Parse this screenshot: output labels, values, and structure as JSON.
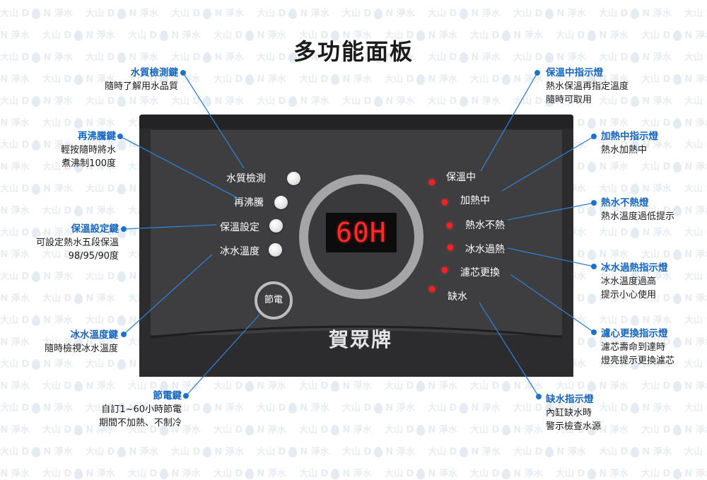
{
  "title": "多功能面板",
  "watermark_text": "大山 D",
  "watermark_text_2": "N 淨水",
  "panel": {
    "buttons": [
      "水質檢測",
      "再沸騰",
      "保溫設定",
      "冰水溫度"
    ],
    "display_value": "60H",
    "indicators": [
      "保溫中",
      "加熱中",
      "熱水不熱",
      "冰水過熱",
      "濾芯更換",
      "缺水"
    ],
    "save_button": "節電",
    "brand": "賀眾牌"
  },
  "colors": {
    "accent": "#1565c0",
    "panel": "#2c2c2e",
    "led": "#ff2020",
    "display_text": "#ff2a2a"
  },
  "callouts_left": [
    {
      "head": "水質檢測鍵",
      "lines": [
        "隨時了解用水品質"
      ]
    },
    {
      "head": "再沸騰鍵",
      "lines": [
        "輕按隨時將水",
        "煮沸制100度"
      ]
    },
    {
      "head": "保溫設定鍵",
      "lines": [
        "可設定熱水五段保溫",
        "98/95/90度"
      ]
    },
    {
      "head": "冰水溫度鍵",
      "lines": [
        "隨時檢視冰水溫度"
      ]
    },
    {
      "head": "節電鍵",
      "lines": [
        "自訂1~60小時節電",
        "期間不加熱、不制冷"
      ]
    }
  ],
  "callouts_right": [
    {
      "head": "保溫中指示燈",
      "lines": [
        "熱水保溫再指定溫度",
        "隨時可取用"
      ]
    },
    {
      "head": "加熱中指示燈",
      "lines": [
        "熱水加熱中"
      ]
    },
    {
      "head": "熱水不熱燈",
      "lines": [
        "熱水溫度過低提示"
      ]
    },
    {
      "head": "冰水過熱指示燈",
      "lines": [
        "冰水溫度過高",
        "提示小心使用"
      ]
    },
    {
      "head": "濾心更換指示燈",
      "lines": [
        "濾芯壽命到達時",
        "燈亮提示更換濾芯"
      ]
    },
    {
      "head": "缺水指示燈",
      "lines": [
        "內缸缺水時",
        "警示檢查水源"
      ]
    }
  ]
}
